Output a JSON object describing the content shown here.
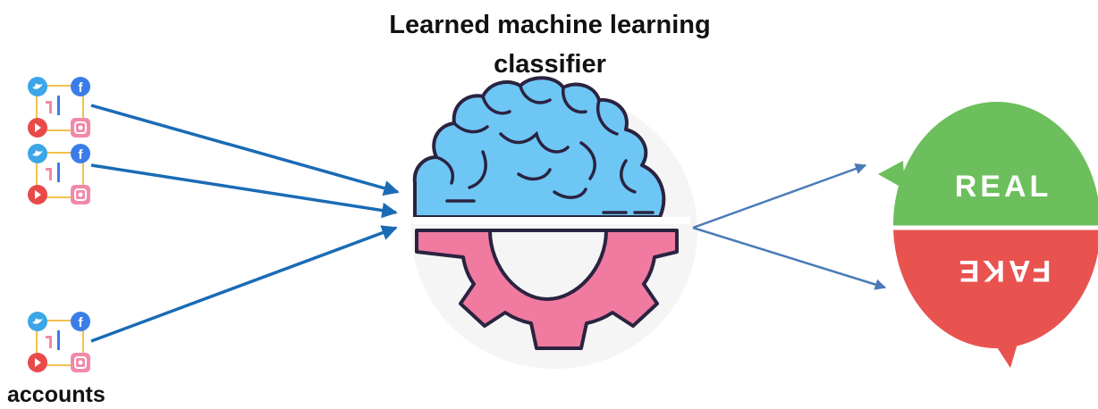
{
  "title_line1": "Learned machine learning",
  "title_line2": "classifier",
  "accounts_label": "accounts",
  "output": {
    "real": "REAL",
    "fake": "FAKE"
  },
  "social_icons": [
    "twitter-icon",
    "facebook-icon",
    "youtube-icon",
    "instagram-icon"
  ],
  "colors": {
    "arrow_in": "#1a6bb5",
    "arrow_out": "#4a7bb8",
    "brain": "#6ec6f5",
    "gear": "#f07aa0",
    "outline": "#2a2340",
    "real": "#6cbf5c",
    "fake": "#e85350",
    "twitter": "#3ba6e8",
    "facebook": "#3b7de8",
    "youtube": "#e84a4a",
    "instagram": "#f08aa8"
  }
}
